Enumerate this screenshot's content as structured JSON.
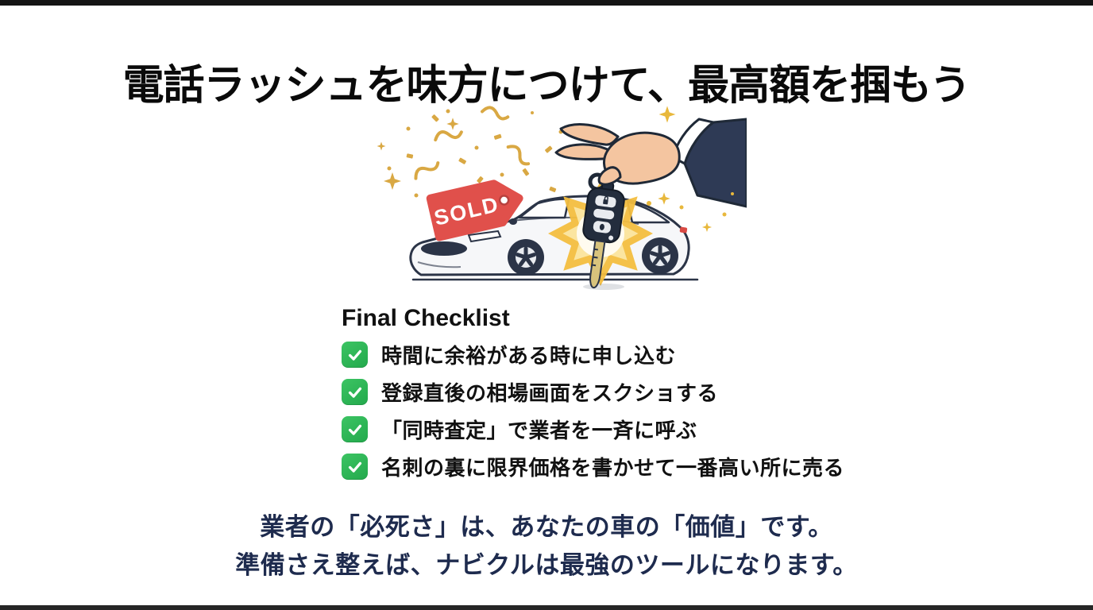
{
  "page": {
    "background_color": "#FFFFFF",
    "top_bar_color": "#141414",
    "bottom_bar_color": "#141414"
  },
  "title": {
    "text": "電話ラッシュを味方につけて、最高額を掴もう",
    "color": "#0A0A0A"
  },
  "illustration": {
    "sold_label": "SOLD",
    "tag_color": "#E0504B",
    "confetti_color": "#D9A843",
    "starburst_color": "#F3BE3F",
    "car_outline_color": "#2B3447",
    "sleeve_color": "#2E3A55",
    "hand_color": "#F4C5A0",
    "key_color": "#232D3D"
  },
  "checklist": {
    "heading": "Final Checklist",
    "checkbox_color": "#2BB354",
    "checkmark_color": "#FFFFFF",
    "items": [
      {
        "label": "時間に余裕がある時に申し込む",
        "checked": true
      },
      {
        "label": "登録直後の相場画面をスクショする",
        "checked": true
      },
      {
        "label": "「同時査定」で業者を一斉に呼ぶ",
        "checked": true
      },
      {
        "label": "名刺の裏に限界価格を書かせて一番高い所に売る",
        "checked": true
      }
    ]
  },
  "footer": {
    "text_color": "#1E2B4E",
    "lines": [
      "業者の「必死さ」は、あなたの車の「価値」です。",
      "準備さえ整えば、ナビクルは最強のツールになります。"
    ]
  }
}
